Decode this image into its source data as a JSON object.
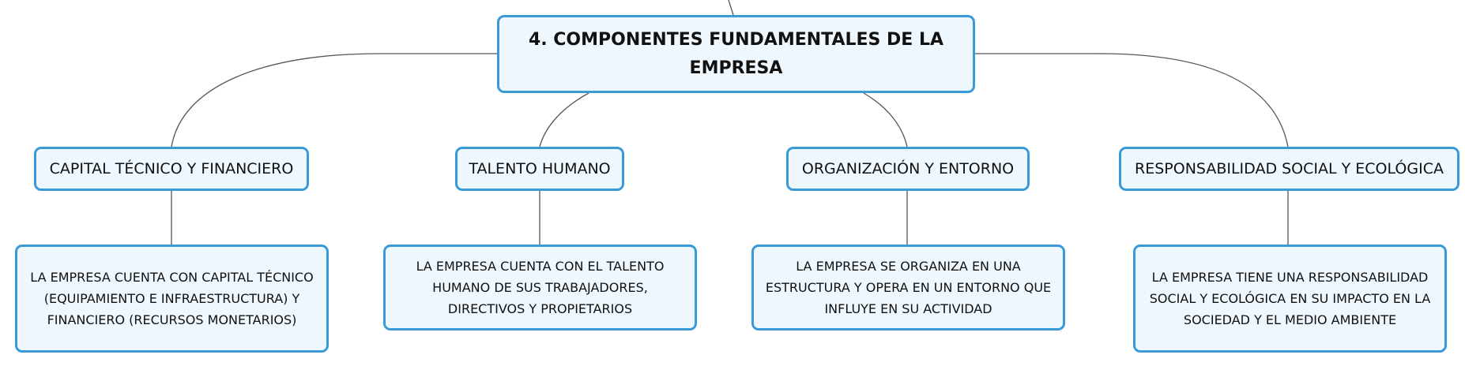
{
  "diagram": {
    "root": {
      "label": "4. COMPONENTES FUNDAMENTALES DE LA EMPRESA"
    },
    "branches": [
      {
        "label": "CAPITAL TÉCNICO Y FINANCIERO",
        "detail": "LA EMPRESA CUENTA CON CAPITAL TÉCNICO (EQUIPAMIENTO E INFRAESTRUCTURA) Y FINANCIERO (RECURSOS MONETARIOS)"
      },
      {
        "label": "TALENTO HUMANO",
        "detail": "LA EMPRESA CUENTA CON EL TALENTO HUMANO DE SUS TRABAJADORES, DIRECTIVOS Y PROPIETARIOS"
      },
      {
        "label": "ORGANIZACIÓN Y ENTORNO",
        "detail": "LA EMPRESA SE ORGANIZA EN UNA ESTRUCTURA Y OPERA EN UN ENTORNO QUE INFLUYE EN SU ACTIVIDAD"
      },
      {
        "label": "RESPONSABILIDAD SOCIAL Y ECOLÓGICA",
        "detail": "LA EMPRESA TIENE UNA RESPONSABILIDAD SOCIAL Y ECOLÓGICA EN SU IMPACTO EN LA SOCIEDAD Y EL MEDIO AMBIENTE"
      }
    ],
    "colors": {
      "node_fill": "#eef7fd",
      "node_border": "#3a9ad9",
      "connector": "#555555"
    }
  }
}
